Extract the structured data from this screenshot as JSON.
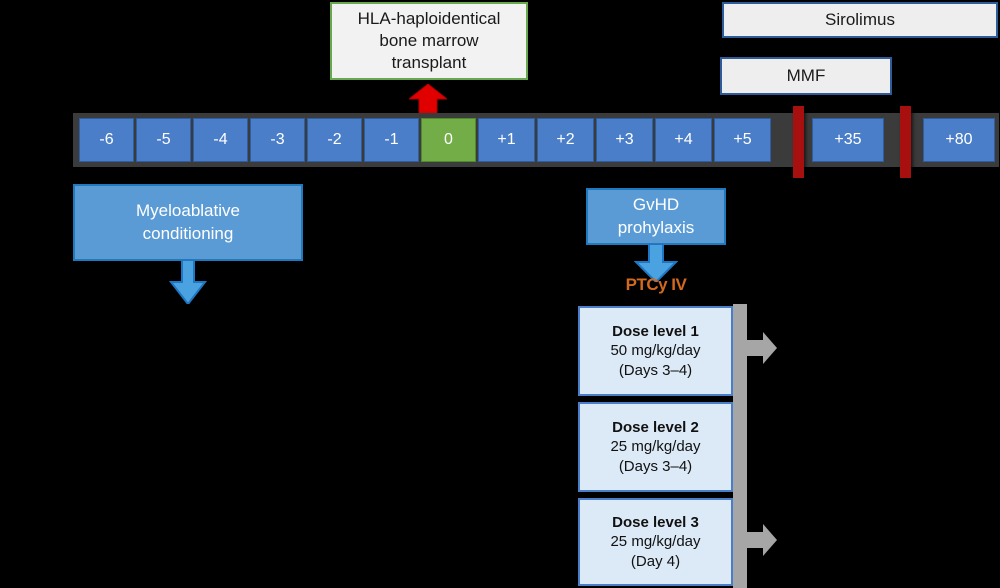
{
  "diagram": {
    "title": "HLA-haploidentical bone marrow transplant trial schema",
    "colors": {
      "background": "#000000",
      "timeline_cell": "#4a7ec9",
      "day_zero_cell": "#72ad47",
      "timeline_track": "#3b3b3b",
      "marker_red": "#a81010",
      "blue_box": "#5b9bd5",
      "dose_box": "#dce9f7",
      "transplant_border": "#6aa84f",
      "drug_border": "#2e5c9a",
      "ptcy_orange": "#d2691e",
      "bracket_gray": "#a6a6a6"
    }
  },
  "transplant": {
    "label": "HLA-haploidentical bone marrow transplant",
    "line1": "HLA-haploidentical",
    "line2": "bone marrow",
    "line3": "transplant"
  },
  "drugs": [
    {
      "name": "sirolimus",
      "label": "Sirolimus"
    },
    {
      "name": "mmf",
      "label": "MMF"
    }
  ],
  "timeline": {
    "cells": [
      {
        "label": "-6",
        "day": -6,
        "type": "day"
      },
      {
        "label": "-5",
        "day": -5,
        "type": "day"
      },
      {
        "label": "-4",
        "day": -4,
        "type": "day"
      },
      {
        "label": "-3",
        "day": -3,
        "type": "day"
      },
      {
        "label": "-2",
        "day": -2,
        "type": "day"
      },
      {
        "label": "-1",
        "day": -1,
        "type": "day"
      },
      {
        "label": "0",
        "day": 0,
        "type": "transplant-day"
      },
      {
        "label": "+1",
        "day": 1,
        "type": "day"
      },
      {
        "label": "+2",
        "day": 2,
        "type": "day"
      },
      {
        "label": "+3",
        "day": 3,
        "type": "day"
      },
      {
        "label": "+4",
        "day": 4,
        "type": "day"
      },
      {
        "label": "+5",
        "day": 5,
        "type": "day"
      },
      {
        "label": "+35",
        "day": 35,
        "type": "day"
      },
      {
        "label": "+80",
        "day": 80,
        "type": "day"
      }
    ]
  },
  "conditioning": {
    "line1": "Myeloablative",
    "line2": "conditioning"
  },
  "gvhd": {
    "line1": "GvHD",
    "line2": "prohylaxis",
    "ptcy_label": "PTCy IV"
  },
  "dose_levels": [
    {
      "title": "Dose level 1",
      "dose": "50 mg/kg/day",
      "days": "(Days 3–4)"
    },
    {
      "title": "Dose level 2",
      "dose": "25 mg/kg/day",
      "days": "(Days 3–4)"
    },
    {
      "title": "Dose level 3",
      "dose": "25 mg/kg/day",
      "days": "(Day 4)"
    }
  ]
}
